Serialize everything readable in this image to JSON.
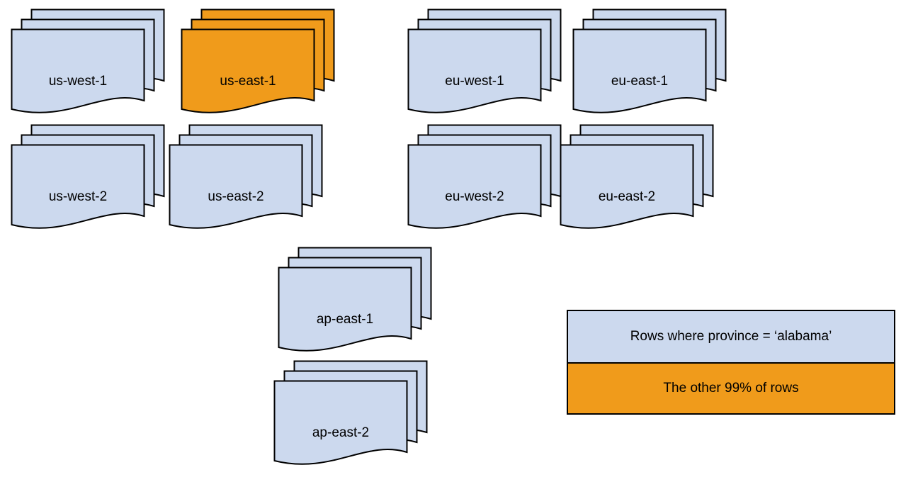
{
  "colors": {
    "blue": "#ccd9ee",
    "orange": "#f09b1b",
    "stroke": "#000000"
  },
  "stacks": [
    {
      "label": "us-west-1",
      "variant": "blue"
    },
    {
      "label": "us-east-1",
      "variant": "orange"
    },
    {
      "label": "eu-west-1",
      "variant": "blue"
    },
    {
      "label": "eu-east-1",
      "variant": "blue"
    },
    {
      "label": "us-west-2",
      "variant": "blue"
    },
    {
      "label": "us-east-2",
      "variant": "blue"
    },
    {
      "label": "eu-west-2",
      "variant": "blue"
    },
    {
      "label": "eu-east-2",
      "variant": "blue"
    },
    {
      "label": "ap-east-1",
      "variant": "blue"
    },
    {
      "label": "ap-east-2",
      "variant": "blue"
    }
  ],
  "legend": {
    "items": [
      {
        "label": "Rows where province = ‘alabama’",
        "variant": "blue"
      },
      {
        "label": "The other 99% of rows",
        "variant": "orange"
      }
    ]
  }
}
